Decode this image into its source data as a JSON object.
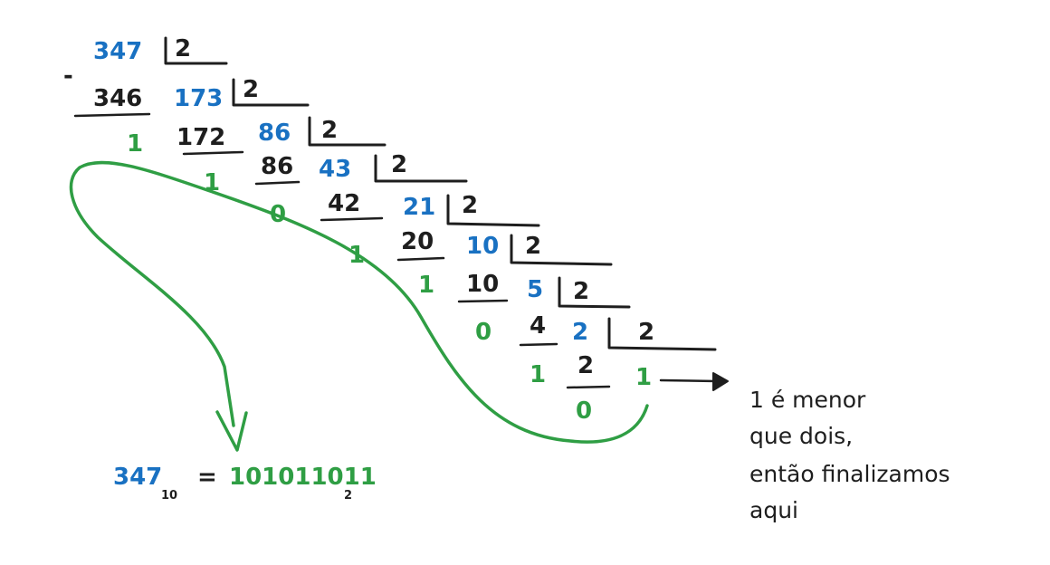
{
  "divisor": "2",
  "minus_sign": "-",
  "steps": [
    {
      "dividend": "347",
      "product": "346",
      "quotient": "173",
      "remainder": "1"
    },
    {
      "dividend": "173",
      "product": "172",
      "quotient": "86",
      "remainder": "1"
    },
    {
      "dividend": "86",
      "product": "86",
      "quotient": "43",
      "remainder": "0"
    },
    {
      "dividend": "43",
      "product": "42",
      "quotient": "21",
      "remainder": "1"
    },
    {
      "dividend": "21",
      "product": "20",
      "quotient": "10",
      "remainder": "1"
    },
    {
      "dividend": "10",
      "product": "10",
      "quotient": "5",
      "remainder": "0"
    },
    {
      "dividend": "5",
      "product": "4",
      "quotient": "2",
      "remainder": "1"
    },
    {
      "dividend": "2",
      "product": "2",
      "quotient": "1",
      "remainder": "0"
    }
  ],
  "final_quotient": "1",
  "note_lines": [
    "1 é menor",
    "que dois,",
    "então finalizamos",
    "aqui"
  ],
  "result": {
    "number": "347",
    "base_from": "10",
    "equals": "=",
    "binary": "101011011",
    "base_to": "2"
  },
  "colors": {
    "black": "#1e1e1e",
    "blue": "#1971c2",
    "green": "#2f9e44"
  }
}
